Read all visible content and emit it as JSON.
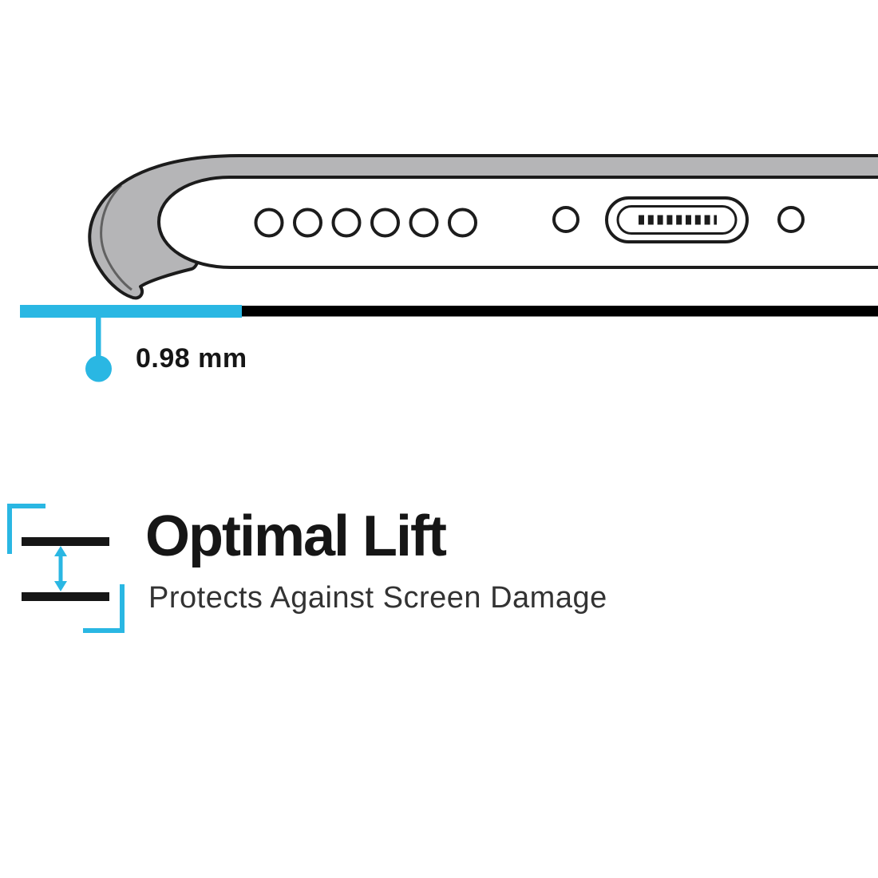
{
  "page": {
    "background": "#ffffff"
  },
  "colors": {
    "accent_cyan": "#2ab7e3",
    "case_gray": "#b5b5b7",
    "outline": "#1c1c1c",
    "surface_black": "#000000",
    "title_black": "#161616",
    "subtitle_gray": "#333333"
  },
  "diagram": {
    "icon": "phone-bottom-edge-in-case",
    "speaker_hole_count": 6
  },
  "measurement": {
    "value": "0.98 mm"
  },
  "feature": {
    "title": "Optimal Lift",
    "subtitle": "Protects Against Screen Damage",
    "icon": "lift-gap-icon"
  }
}
